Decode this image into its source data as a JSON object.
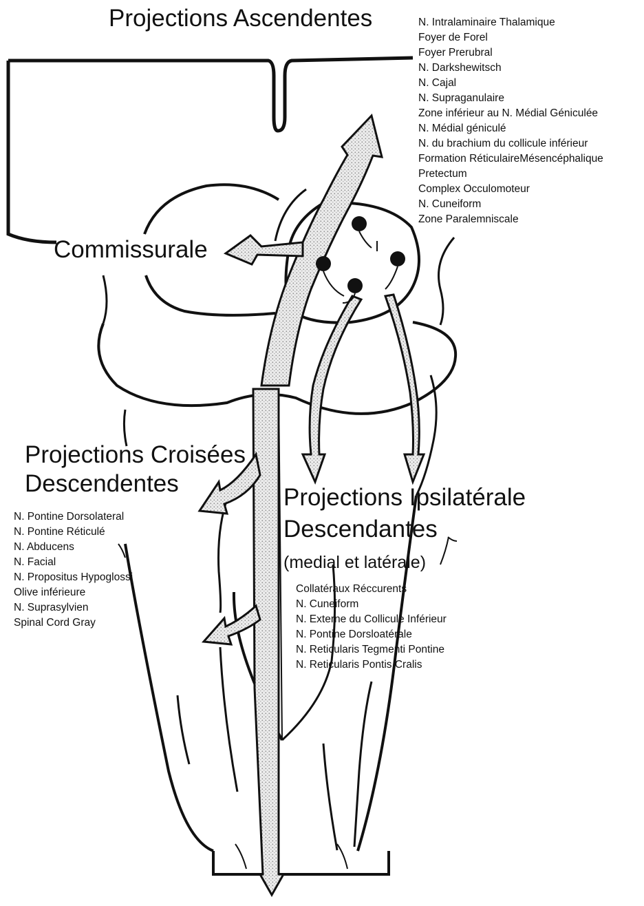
{
  "labels": {
    "ascending_title": "Projections Ascendentes",
    "commissural": "Commissurale",
    "crossed_line1": "Projections Croisées",
    "crossed_line2": "Descendentes",
    "ipsi_line1": "Projections Ipsilatérale",
    "ipsi_line2": "Descendantes",
    "ipsi_sub": "(medial et latérale)"
  },
  "ascending_targets": [
    "N. Intralaminaire Thalamique",
    "Foyer de Forel",
    "Foyer Prerubral",
    "N. Darkshewitsch",
    "N. Cajal",
    "N. Supraganulaire",
    "Zone inférieur au N. Médial Géniculée",
    "N. Médial géniculé",
    "N. du brachium du collicule inférieur",
    "Formation RéticulaireMésencéphalique",
    "Pretectum",
    "Complex Occulomoteur",
    "N. Cuneiform",
    "Zone Paralemniscale"
  ],
  "crossed_targets": [
    "N. Pontine Dorsolateral",
    "N. Pontine Réticulé",
    "N. Abducens",
    "N. Facial",
    "N. Propositus Hypoglossi",
    "Olive inférieure",
    "N. Suprasylvien",
    "Spinal Cord Gray"
  ],
  "ipsilateral_targets": [
    "Collatéraux Réccurents",
    "N. Cuneiform",
    "N. Externe du Collicule Inférieur",
    "N. Pontine Dorsloatérale",
    "N. Reticularis Tegmenti Pontine",
    "N. Reticularis Pontis Cralis"
  ],
  "colors": {
    "ink": "#111111",
    "stipple": "#9a9a9a",
    "fill": "#ebebeb"
  }
}
